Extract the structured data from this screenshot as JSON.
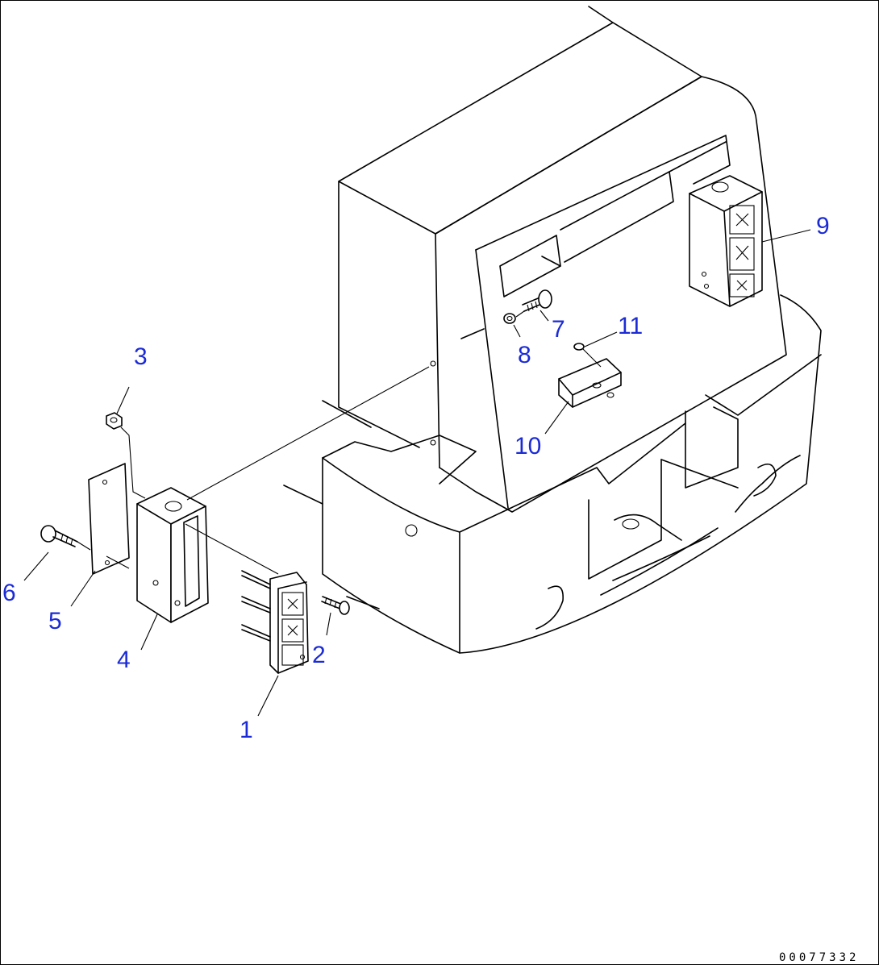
{
  "diagram": {
    "callouts": [
      {
        "id": "c1",
        "label": "1"
      },
      {
        "id": "c2",
        "label": "2"
      },
      {
        "id": "c3",
        "label": "3"
      },
      {
        "id": "c4",
        "label": "4"
      },
      {
        "id": "c5",
        "label": "5"
      },
      {
        "id": "c6",
        "label": "6"
      },
      {
        "id": "c7",
        "label": "7"
      },
      {
        "id": "c8",
        "label": "8"
      },
      {
        "id": "c9",
        "label": "9"
      },
      {
        "id": "c10",
        "label": "10"
      },
      {
        "id": "c11",
        "label": "11"
      }
    ],
    "reference_number": "00077332",
    "colors": {
      "callout": "#1b2bd6",
      "line": "#000000",
      "background": "#ffffff"
    }
  }
}
